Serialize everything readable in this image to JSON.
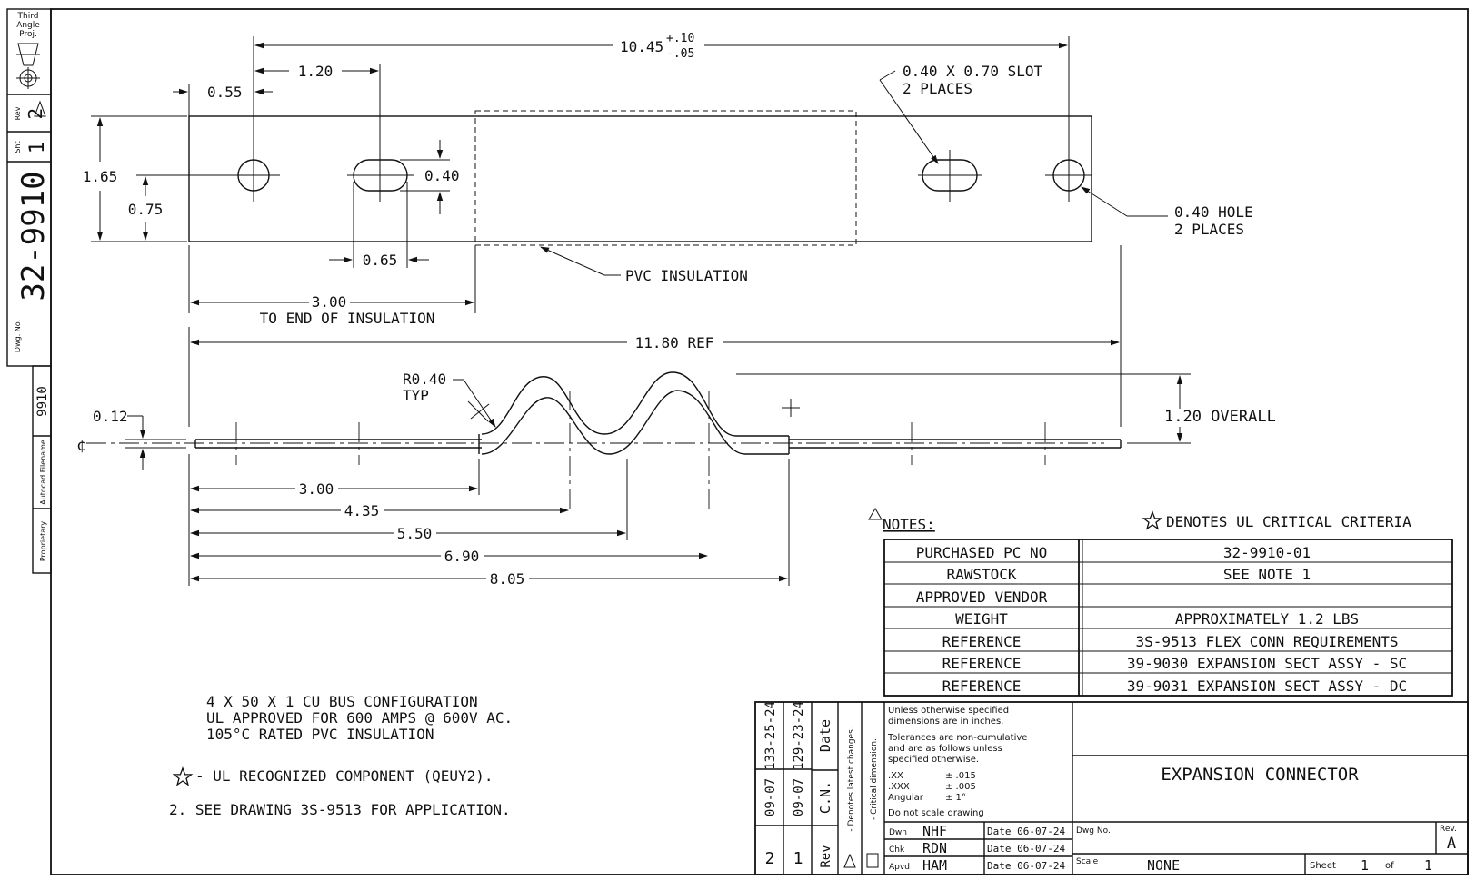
{
  "drawing": {
    "dims": {
      "overall_length": "10.45",
      "tol_plus": "+.10",
      "tol_minus": "-.05",
      "hole_to_slot": "1.20",
      "edge_to_hole": "0.55",
      "width": "1.65",
      "hole_center": "0.75",
      "slot_width": "0.40",
      "slot_length": "0.65",
      "insulation_start": "3.00",
      "insulation_note": "TO END OF INSULATION",
      "ref_length": "11.80 REF",
      "slot_note_1": "0.40 X 0.70 SLOT",
      "slot_note_2": "2 PLACES",
      "hole_note_1": "0.40 HOLE",
      "hole_note_2": "2 PLACES",
      "pvc_label": "PVC INSULATION",
      "radius_1": "R0.40",
      "radius_2": "TYP",
      "thickness": "0.12",
      "overall_height": "1.20 OVERALL",
      "center_mark": "¢",
      "bend_dims": [
        "3.00",
        "4.35",
        "5.50",
        "6.90",
        "8.05"
      ]
    },
    "notes": {
      "heading": "NOTES:",
      "ul_critical": "DENOTES UL CRITICAL CRITERIA",
      "config_1": "4 X 50 X 1 CU BUS CONFIGURATION",
      "config_2": "UL APPROVED FOR 600 AMPS @ 600V AC.",
      "config_3": "105°C RATED PVC INSULATION",
      "ul_recognized": "- UL RECOGNIZED COMPONENT (QEUY2).",
      "note_2": "2. SEE DRAWING 3S-9513 FOR APPLICATION."
    },
    "spec_table": [
      {
        "label": "PURCHASED PC NO",
        "value": "32-9910-01"
      },
      {
        "label": "RAWSTOCK",
        "value": "SEE NOTE 1"
      },
      {
        "label": "APPROVED VENDOR",
        "value": ""
      },
      {
        "label": "WEIGHT",
        "value": "APPROXIMATELY 1.2 LBS"
      },
      {
        "label": "REFERENCE",
        "value": "3S-9513 FLEX CONN REQUIREMENTS"
      },
      {
        "label": "REFERENCE",
        "value": "39-9030 EXPANSION SECT ASSY - SC"
      },
      {
        "label": "REFERENCE",
        "value": "39-9031 EXPANSION SECT ASSY - DC"
      }
    ]
  },
  "left_strip": {
    "proj_1": "Third",
    "proj_2": "Angle",
    "proj_3": "Proj.",
    "rev_label": "Rev",
    "rev_value": "2",
    "sheet_label": "Sht",
    "sheet_value": "1",
    "dwg_label": "Dwg. No.",
    "dwg_value": "32-9910",
    "filename_label": "Autocad Filename",
    "filename_value": "9910",
    "proprietary": "Proprietary"
  },
  "title_block": {
    "revisions": [
      {
        "rev": "2",
        "cn": "09-07",
        "date": "133-25-24"
      },
      {
        "rev": "1",
        "cn": "09-07",
        "date": "129-23-24"
      }
    ],
    "headers": {
      "rev": "Rev",
      "cn": "C.N.",
      "date": "Date"
    },
    "legend_1": "- Denotes latest changes.",
    "legend_2": "- Critical dimension.",
    "tol_1": "Unless otherwise specified",
    "tol_2": "dimensions are in inches.",
    "tol_3": "Tolerances are non-cumulative",
    "tol_4": "and are as follows unless",
    "tol_5": "specified otherwise.",
    "tol_xx": ".XX",
    "tol_xx_v": "± .015",
    "tol_xxx": ".XXX",
    "tol_xxx_v": "± .005",
    "tol_ang": "Angular",
    "tol_ang_v": "± 1°",
    "no_scale": "Do not scale drawing",
    "title": "EXPANSION CONNECTOR",
    "sign": [
      {
        "role": "Dwn",
        "name": "NHF",
        "date": "Date 06-07-24"
      },
      {
        "role": "Chk",
        "name": "RDN",
        "date": "Date 06-07-24"
      },
      {
        "role": "Apvd",
        "name": "HAM",
        "date": "Date 06-07-24"
      }
    ],
    "dwg_no_label": "Dwg No.",
    "rev_label": "Rev.",
    "rev_value": "A",
    "scale_label": "Scale",
    "scale_value": "NONE",
    "sheet_label": "Sheet",
    "sheet_num": "1",
    "of_label": "of",
    "sheet_total": "1"
  }
}
